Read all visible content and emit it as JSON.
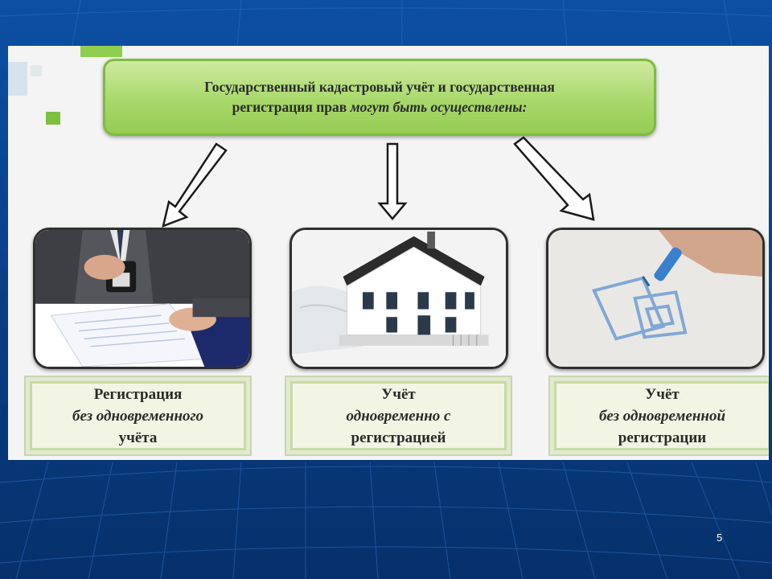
{
  "slide": {
    "header_line1": "Государственный кадастровый учёт и государственная",
    "header_line2_plain": "регистрация прав",
    "header_line2_italic": "могут быть осуществлены:",
    "cards": [
      {
        "title": "Регистрация",
        "line2": "без одновременного",
        "line3": "учёта",
        "image": "person-stamping-document"
      },
      {
        "title": "Учёт",
        "line2": "одновременно с",
        "line3": "регистрацией",
        "image": "house-model-on-blueprint"
      },
      {
        "title": "Учёт",
        "line2": "без одновременной",
        "line3": "регистрации",
        "image": "hand-drawing-house"
      }
    ]
  },
  "page_number": "5",
  "colors": {
    "background": "#0a3f8a",
    "panel": "#f3f4f3",
    "banner_green": "#a8d86b",
    "caption_border": "#c6dba4"
  }
}
